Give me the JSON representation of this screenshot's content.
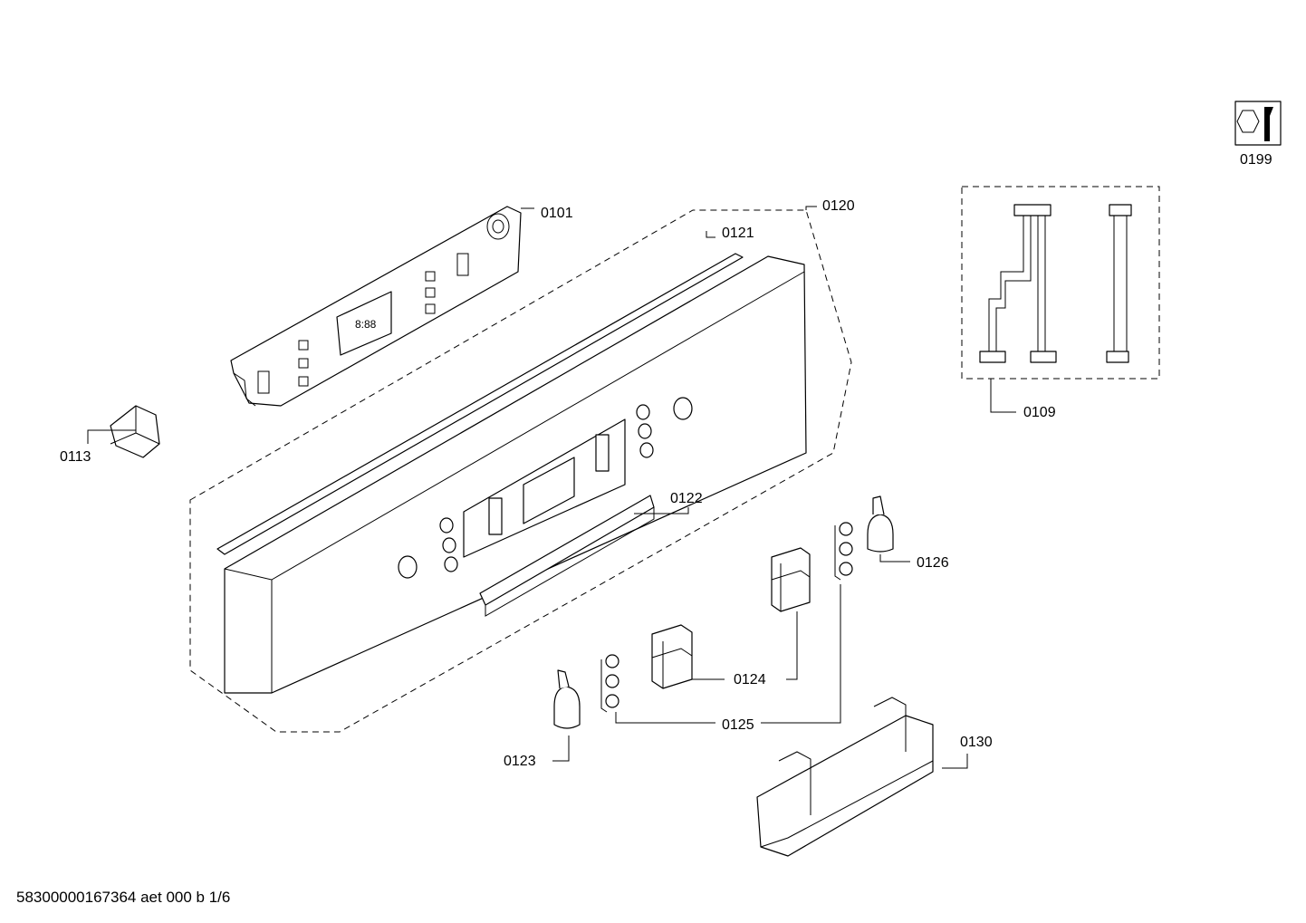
{
  "parts": [
    {
      "id": "p0101",
      "label": "0101"
    },
    {
      "id": "p0109",
      "label": "0109"
    },
    {
      "id": "p0113",
      "label": "0113"
    },
    {
      "id": "p0120",
      "label": "0120"
    },
    {
      "id": "p0121",
      "label": "0121"
    },
    {
      "id": "p0122",
      "label": "0122"
    },
    {
      "id": "p0123",
      "label": "0123"
    },
    {
      "id": "p0124",
      "label": "0124"
    },
    {
      "id": "p0125",
      "label": "0125"
    },
    {
      "id": "p0126",
      "label": "0126"
    },
    {
      "id": "p0130",
      "label": "0130"
    },
    {
      "id": "p0199",
      "label": "0199"
    }
  ],
  "footer": "58300000167364 aet 000 b 1/6",
  "display_digits": "8:88",
  "icons": {
    "service_kit": "wrench-nut-icon"
  }
}
